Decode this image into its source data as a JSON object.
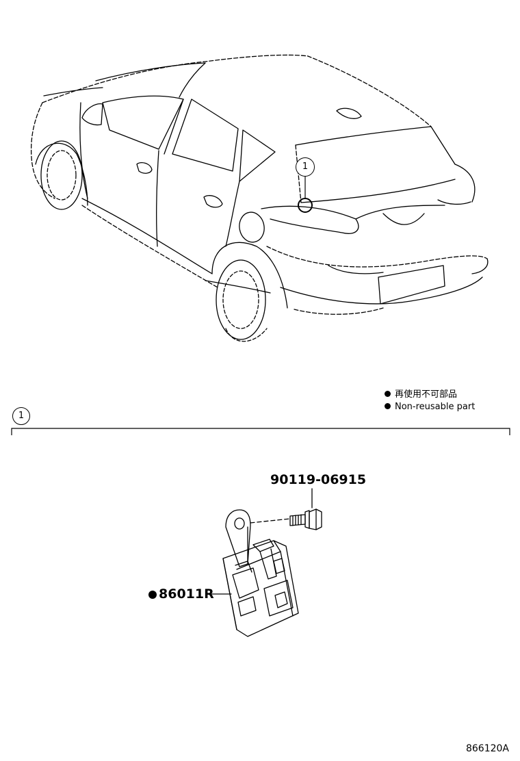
{
  "legend": {
    "japanese": "再使用不可部品",
    "english": "Non-reusable part"
  },
  "callout": {
    "number": "1"
  },
  "section": {
    "number": "1"
  },
  "parts": {
    "bolt": "90119-06915",
    "module": "86011R"
  },
  "drawing_code": "866120A",
  "icons": {
    "non_reusable_marker": "filled-circle",
    "section_marker": "circled-number"
  }
}
